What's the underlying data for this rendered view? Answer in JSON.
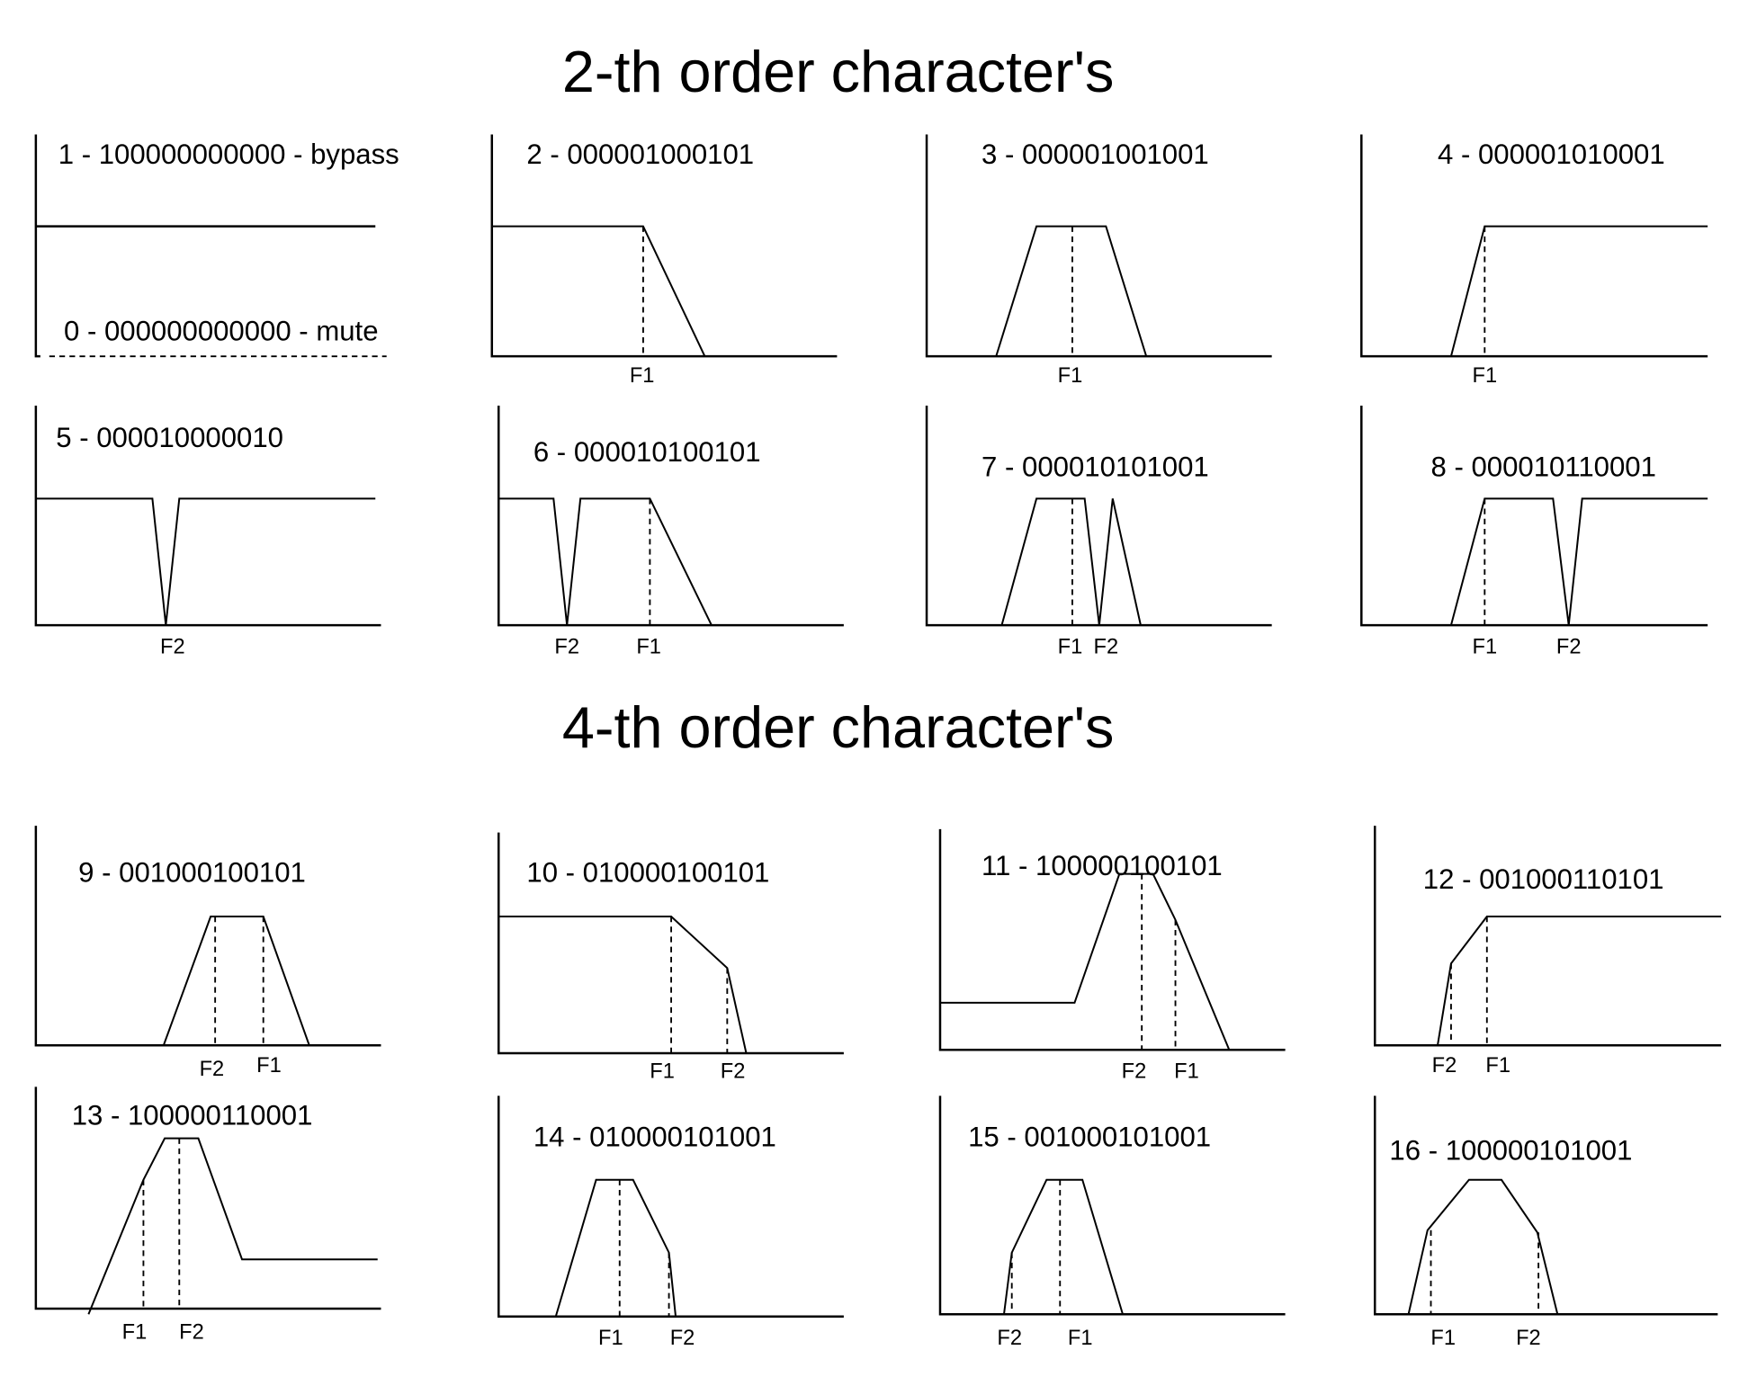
{
  "titles": {
    "second_order": "2-th order character's",
    "fourth_order": "4-th order character's"
  },
  "panels": [
    {
      "label": "1 - 100000000000 - bypass",
      "sublabel": "0 - 000000000000 - mute"
    },
    {
      "label": "2 - 000001000101",
      "freqs": [
        "F1"
      ]
    },
    {
      "label": "3 - 000001001001",
      "freqs": [
        "F1"
      ]
    },
    {
      "label": "4 - 000001010001",
      "freqs": [
        "F1"
      ]
    },
    {
      "label": "5 - 000010000010",
      "freqs": [
        "F2"
      ]
    },
    {
      "label": "6 - 000010100101",
      "freqs": [
        "F2",
        "F1"
      ]
    },
    {
      "label": "7 - 000010101001",
      "freqs": [
        "F1",
        "F2"
      ]
    },
    {
      "label": "8 - 000010110001",
      "freqs": [
        "F1",
        "F2"
      ]
    },
    {
      "label": "9 - 001000100101",
      "freqs": [
        "F2",
        "F1"
      ]
    },
    {
      "label": "10 - 010000100101",
      "freqs": [
        "F1",
        "F2"
      ]
    },
    {
      "label": "11 - 100000100101",
      "freqs": [
        "F2",
        "F1"
      ]
    },
    {
      "label": "12 - 001000110101",
      "freqs": [
        "F2",
        "F1"
      ]
    },
    {
      "label": "13 - 100000110001",
      "freqs": [
        "F1",
        "F2"
      ]
    },
    {
      "label": "14 - 010000101001",
      "freqs": [
        "F1",
        "F2"
      ]
    },
    {
      "label": "15 - 001000101001",
      "freqs": [
        "F2",
        "F1"
      ]
    },
    {
      "label": "16 - 100000101001",
      "freqs": [
        "F1",
        "F2"
      ]
    }
  ]
}
